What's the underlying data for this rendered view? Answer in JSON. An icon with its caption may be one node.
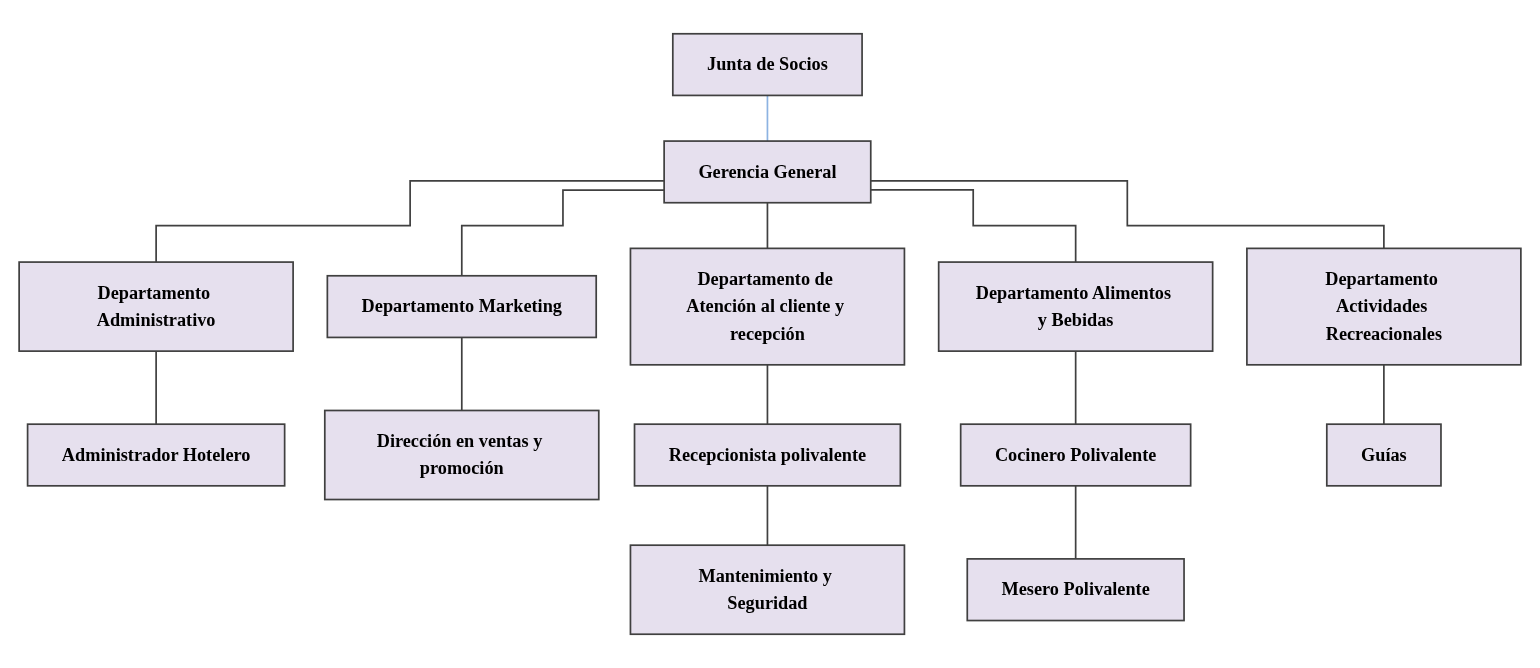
{
  "diagram": {
    "nodes": [
      {
        "text": [
          "Junta de Socios"
        ]
      },
      {
        "text": [
          "Gerencia General"
        ]
      },
      {
        "text": [
          "Departamento Administrativo"
        ]
      },
      {
        "text": [
          "Departamento Marketing"
        ]
      },
      {
        "text": [
          "Departamento de Atención al cliente y recepción"
        ]
      },
      {
        "text": [
          "Departamento Alimentos y Bebidas"
        ]
      },
      {
        "text": [
          "Departamento Actividades Recreacionales"
        ]
      },
      {
        "text": [
          "Administrador Hotelero"
        ]
      },
      {
        "text": [
          "Dirección en ventas y promoción"
        ]
      },
      {
        "text": [
          "Recepcionista polivalente"
        ]
      },
      {
        "text": [
          "Mantenimiento y Seguridad"
        ]
      },
      {
        "text": [
          "Cocinero Polivalente"
        ]
      },
      {
        "text": [
          "Mesero Polivalente"
        ]
      },
      {
        "text": [
          "Guías"
        ]
      }
    ],
    "edges": [
      {
        "from": 0,
        "to": 1,
        "arrow": "none",
        "color": "#8db3e2"
      },
      {
        "from": 1,
        "to": 2,
        "arrow": "none"
      },
      {
        "from": 1,
        "to": 3,
        "arrow": "none"
      },
      {
        "from": 1,
        "to": 4,
        "arrow": "none"
      },
      {
        "from": 1,
        "to": 5,
        "arrow": "none"
      },
      {
        "from": 1,
        "to": 6,
        "arrow": "none"
      },
      {
        "from": 2,
        "to": 7,
        "arrow": "none"
      },
      {
        "from": 3,
        "to": 8,
        "arrow": "none"
      },
      {
        "from": 4,
        "to": 9,
        "arrow": "none"
      },
      {
        "from": 9,
        "to": 10,
        "arrow": "none"
      },
      {
        "from": 5,
        "to": 11,
        "arrow": "none"
      },
      {
        "from": 11,
        "to": 12,
        "arrow": "none"
      },
      {
        "from": 6,
        "to": 13,
        "arrow": "none"
      }
    ]
  }
}
